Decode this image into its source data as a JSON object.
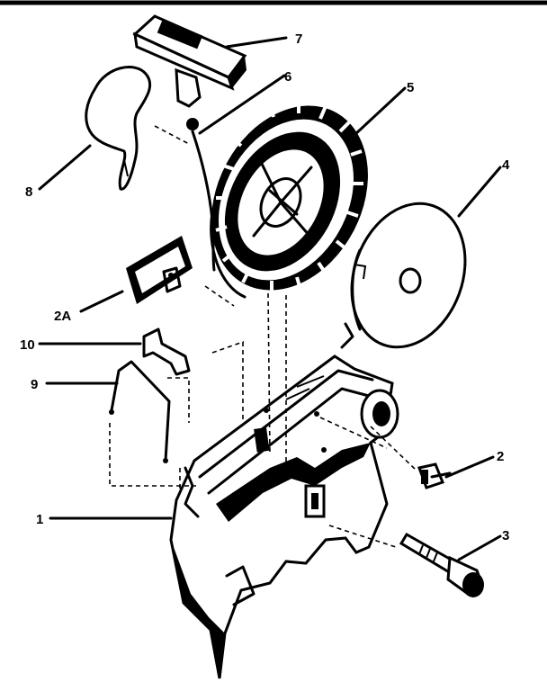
{
  "diagram": {
    "callouts": [
      {
        "id": "7",
        "text": "7"
      },
      {
        "id": "6",
        "text": "6"
      },
      {
        "id": "5",
        "text": "5"
      },
      {
        "id": "4",
        "text": "4"
      },
      {
        "id": "8",
        "text": "8"
      },
      {
        "id": "2A",
        "text": "2A"
      },
      {
        "id": "10",
        "text": "10"
      },
      {
        "id": "9",
        "text": "9"
      },
      {
        "id": "1",
        "text": "1"
      },
      {
        "id": "2",
        "text": "2"
      },
      {
        "id": "3",
        "text": "3"
      }
    ]
  }
}
